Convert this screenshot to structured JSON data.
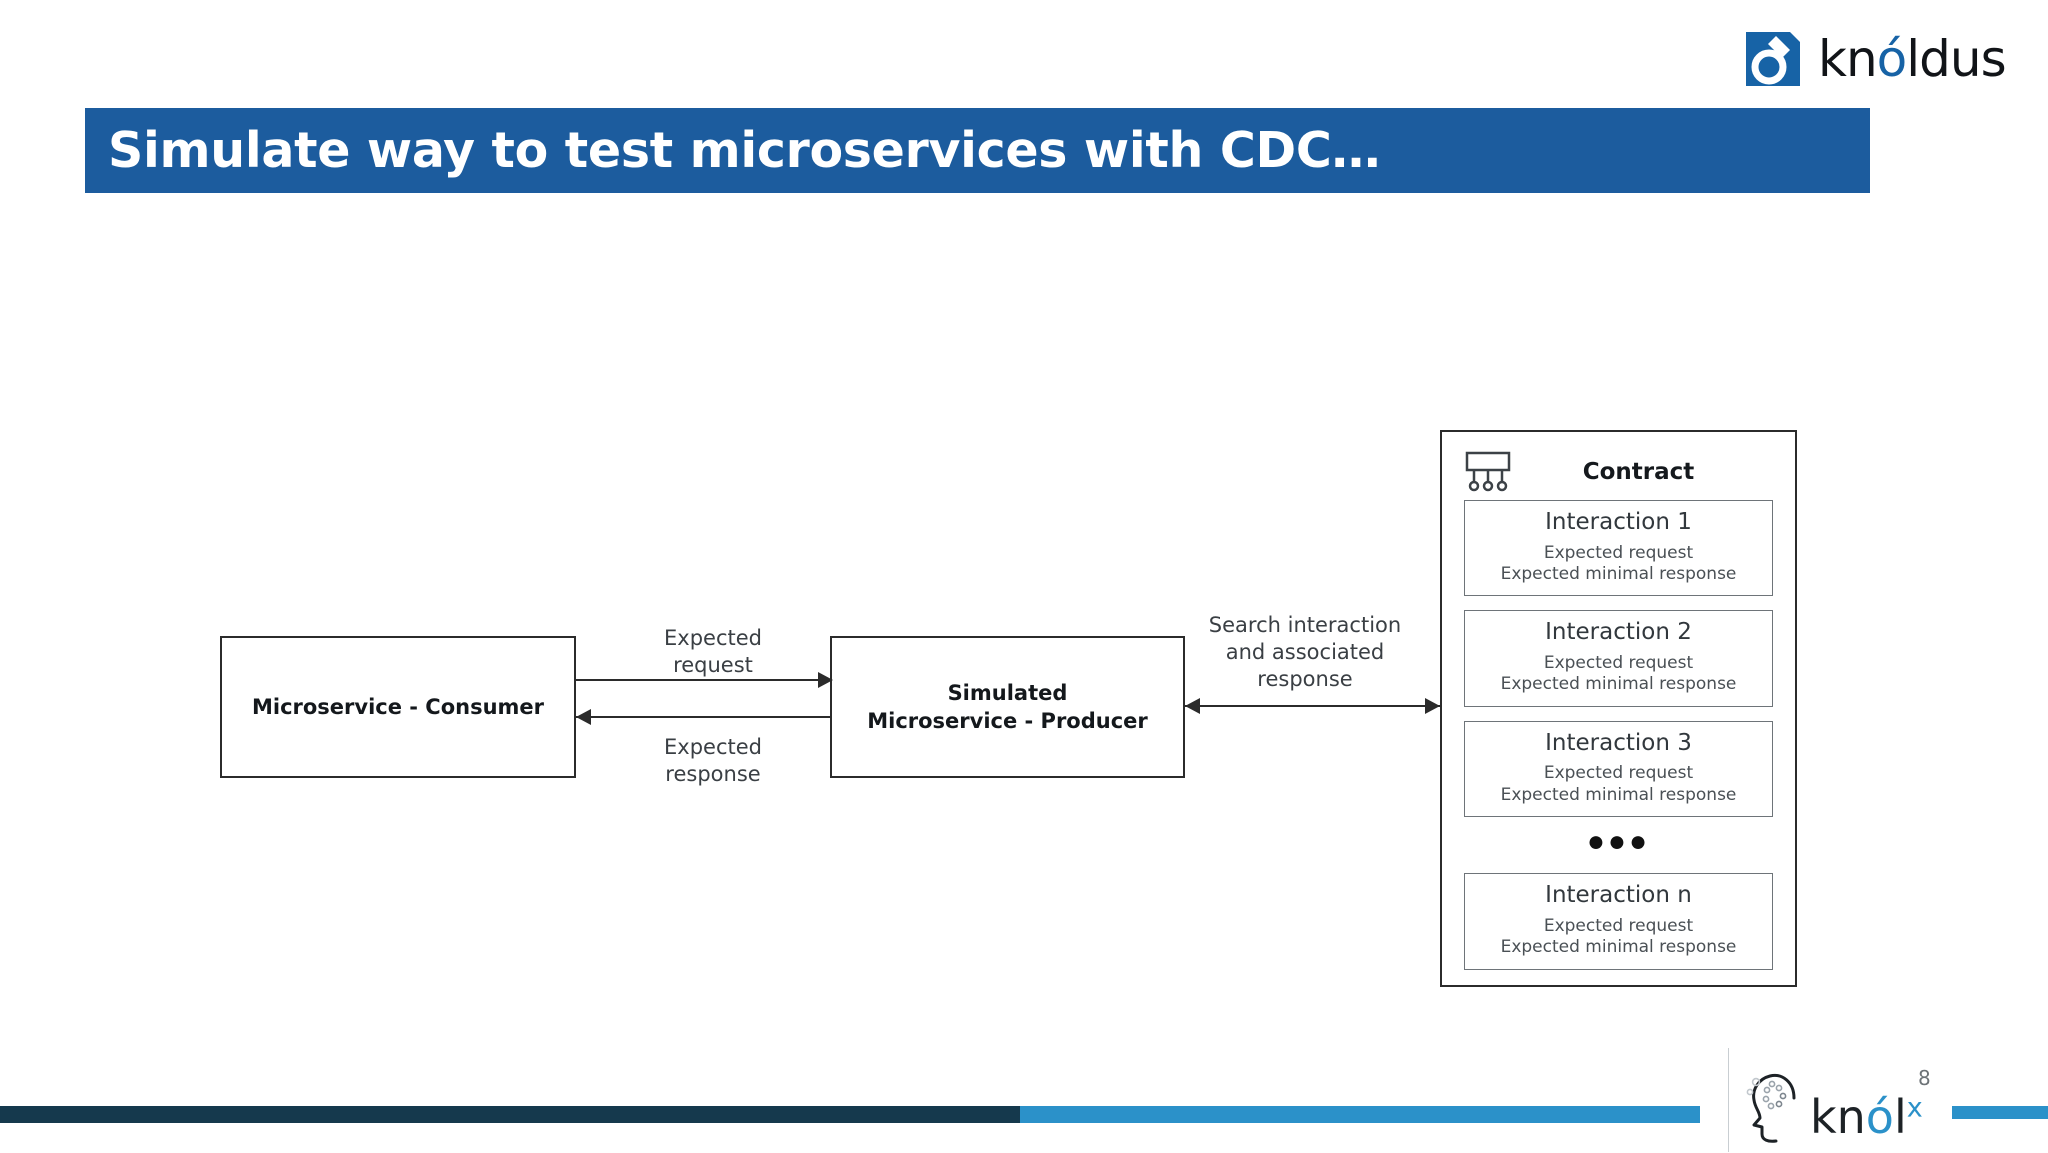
{
  "brand": {
    "name": "knóldus",
    "name_prefix": "kn",
    "name_accent": "ó",
    "name_suffix": "ldus",
    "mark_color": "#1763A6",
    "accent_color": "#1763A6"
  },
  "title": {
    "text": "Simulate way to test microservices with CDC…",
    "band_color": "#1C5C9E",
    "text_color": "#FFFFFF"
  },
  "diagram": {
    "boxes": [
      {
        "id": "consumer",
        "label": "Microservice - Consumer"
      },
      {
        "id": "producer",
        "label_line1": "Simulated",
        "label_line2": "Microservice - Producer"
      }
    ],
    "edges": [
      {
        "id": "expected-request",
        "line1": "Expected",
        "line2": "request",
        "direction": "consumer-to-producer"
      },
      {
        "id": "expected-response",
        "line1": "Expected",
        "line2": "response",
        "direction": "producer-to-consumer"
      },
      {
        "id": "search-interaction",
        "line1": "Search interaction",
        "line2": "and associated",
        "line3": "response",
        "direction": "bidirectional"
      }
    ]
  },
  "contract": {
    "title": "Contract",
    "icon": "hierarchy-icon",
    "interactions": [
      {
        "name": "Interaction 1",
        "request": "Expected request",
        "response": "Expected minimal response"
      },
      {
        "name": "Interaction 2",
        "request": "Expected request",
        "response": "Expected minimal response"
      },
      {
        "name": "Interaction 3",
        "request": "Expected request",
        "response": "Expected minimal response"
      }
    ],
    "ellipsis": "●●●",
    "last_interaction": {
      "name": "Interaction n",
      "request": "Expected request",
      "response": "Expected minimal response"
    }
  },
  "footer": {
    "page_number": "8",
    "logo_prefix": "kn",
    "logo_accent": "ó",
    "logo_suffix": "l",
    "logo_superscript": "x",
    "rule_dark_color": "#15394D",
    "rule_blue_color": "#2B91C9"
  }
}
